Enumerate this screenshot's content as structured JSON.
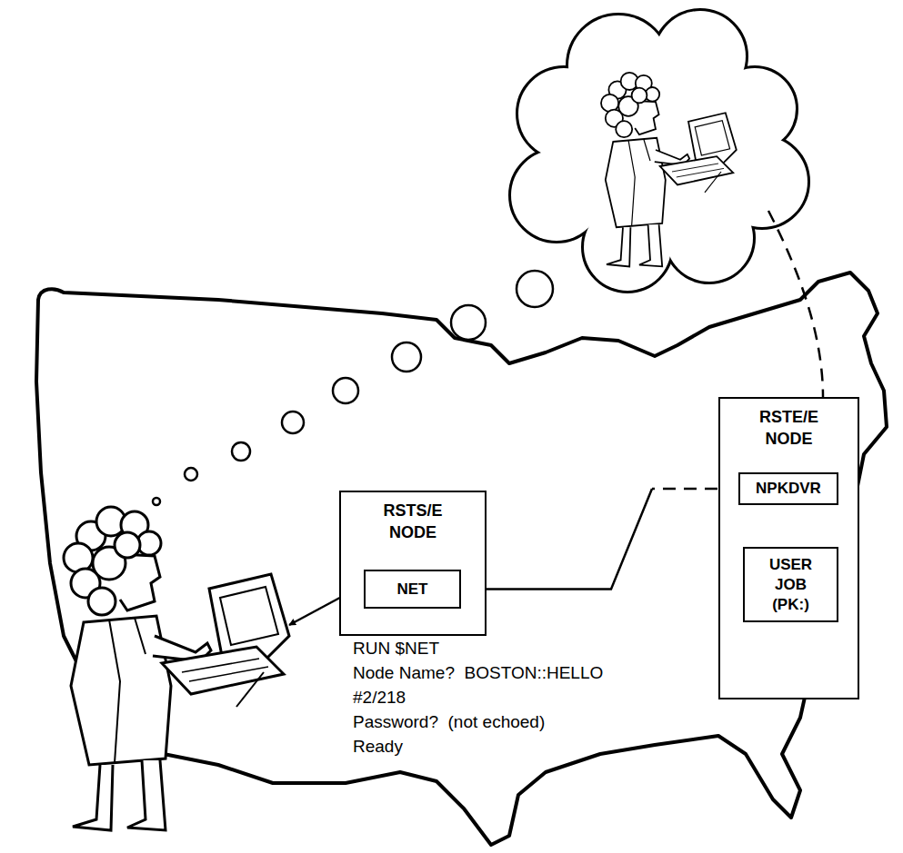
{
  "diagram": {
    "nodes": [
      {
        "text": [
          "RSTS/E NODE"
        ]
      },
      {
        "text": [
          "NET"
        ],
        "in": 0
      },
      {
        "text": [
          "RSTE/E NODE"
        ]
      },
      {
        "text": [
          "NPKDVR"
        ],
        "in": 2
      },
      {
        "text": [
          "USER JOB (PK:)"
        ],
        "in": 2
      }
    ],
    "edges": [
      {
        "from": 3,
        "to": 4,
        "arrow": "both"
      },
      {
        "from": 3,
        "to": 1,
        "arrow": "to"
      }
    ],
    "labels": [
      "RUN $NET",
      "Node Name?  BOSTON::HELLO",
      "#2/218",
      "Password?  (not echoed)",
      "Ready"
    ]
  }
}
